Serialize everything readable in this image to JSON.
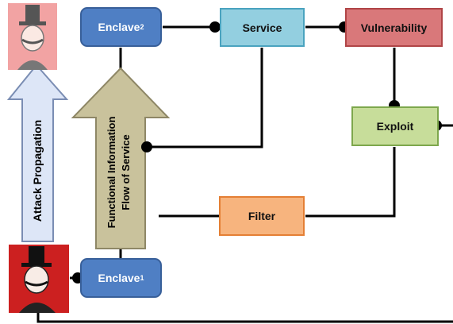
{
  "nodes": {
    "enclave2": {
      "label": "Enclave",
      "sub": "2"
    },
    "service": {
      "label": "Service"
    },
    "vulnerability": {
      "label": "Vulnerability"
    },
    "exploit": {
      "label": "Exploit"
    },
    "filter": {
      "label": "Filter"
    },
    "enclave1": {
      "label": "Enclave",
      "sub": "1"
    }
  },
  "arrows": {
    "attack": {
      "line1": "Attack Propagation"
    },
    "functional": {
      "line1": "Functional Information",
      "line2": "Flow of Service"
    }
  },
  "colors": {
    "attacker_top_bg": "#f2a3a3",
    "attacker_bottom_bg": "#cc2020",
    "attack_arrow": "#dde6f7",
    "functional_arrow": "#c9c29c"
  }
}
